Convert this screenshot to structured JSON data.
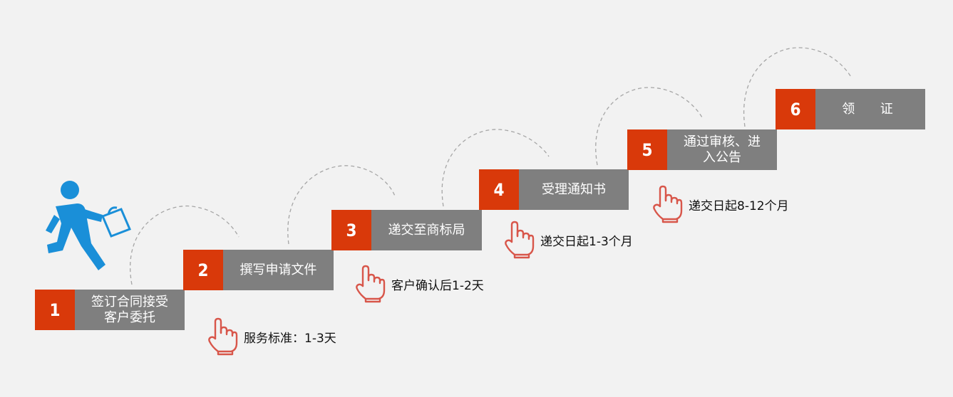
{
  "steps": [
    {
      "num": "1",
      "label": "签订合同接受\n客户委托"
    },
    {
      "num": "2",
      "label": "撰写申请文件"
    },
    {
      "num": "3",
      "label": "递交至商标局"
    },
    {
      "num": "4",
      "label": "受理通知书"
    },
    {
      "num": "5",
      "label": "通过审核、进\n入公告"
    },
    {
      "num": "6",
      "label": "领  证"
    }
  ],
  "notes": [
    {
      "text": "服务标准：1-3天"
    },
    {
      "text": "客户确认后1-2天"
    },
    {
      "text": "递交日起1-3个月"
    },
    {
      "text": "递交日起8-12个月"
    }
  ],
  "colors": {
    "accent": "#d9390a",
    "label_bg": "#7f7f7f",
    "hand": "#d8564a",
    "person": "#1a8fd8",
    "background": "#f2f2f2"
  },
  "icons": {
    "person": "running-person-icon",
    "hand": "pointing-hand-icon",
    "bag": "shopping-bag-icon"
  }
}
